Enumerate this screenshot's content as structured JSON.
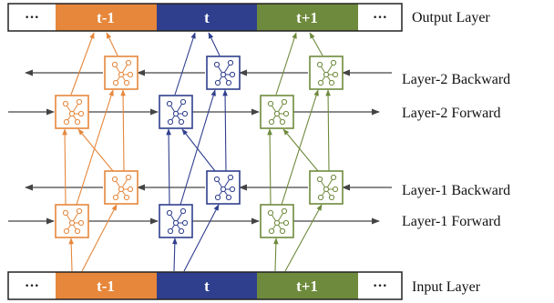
{
  "output_layer": {
    "label": "Output Layer",
    "segments": [
      "···",
      "t-1",
      "t",
      "t+1",
      "···"
    ]
  },
  "input_layer": {
    "label": "Input Layer",
    "segments": [
      "···",
      "t-1",
      "t",
      "t+1",
      "···"
    ]
  },
  "layers": {
    "layer2_backward": "Layer-2 Backward",
    "layer2_forward": "Layer-2 Forward",
    "layer1_backward": "Layer-1 Backward",
    "layer1_forward": "Layer-1 Forward"
  },
  "colors": {
    "t_minus_1": "#E6873B",
    "t": "#2F3F8E",
    "t_plus_1": "#6E8A3C",
    "neutral_arrow": "#444444",
    "border": "#222222"
  },
  "node_icon": "rnn-cell-icon"
}
